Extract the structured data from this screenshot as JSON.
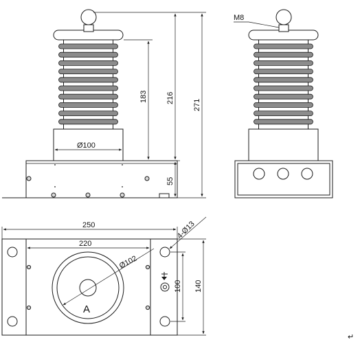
{
  "front_view": {
    "diameter_label": "Ø100",
    "height_183": "183",
    "height_216": "216",
    "height_271": "271",
    "base_55": "55"
  },
  "side_view": {
    "thread_label": "M8"
  },
  "plan_view": {
    "width_250": "250",
    "width_220": "220",
    "hole_label": "4-Ø13",
    "diameter_label": "Ø102",
    "height_100": "100",
    "height_140": "140",
    "terminal_label": "A"
  },
  "corner_mark": "↵"
}
